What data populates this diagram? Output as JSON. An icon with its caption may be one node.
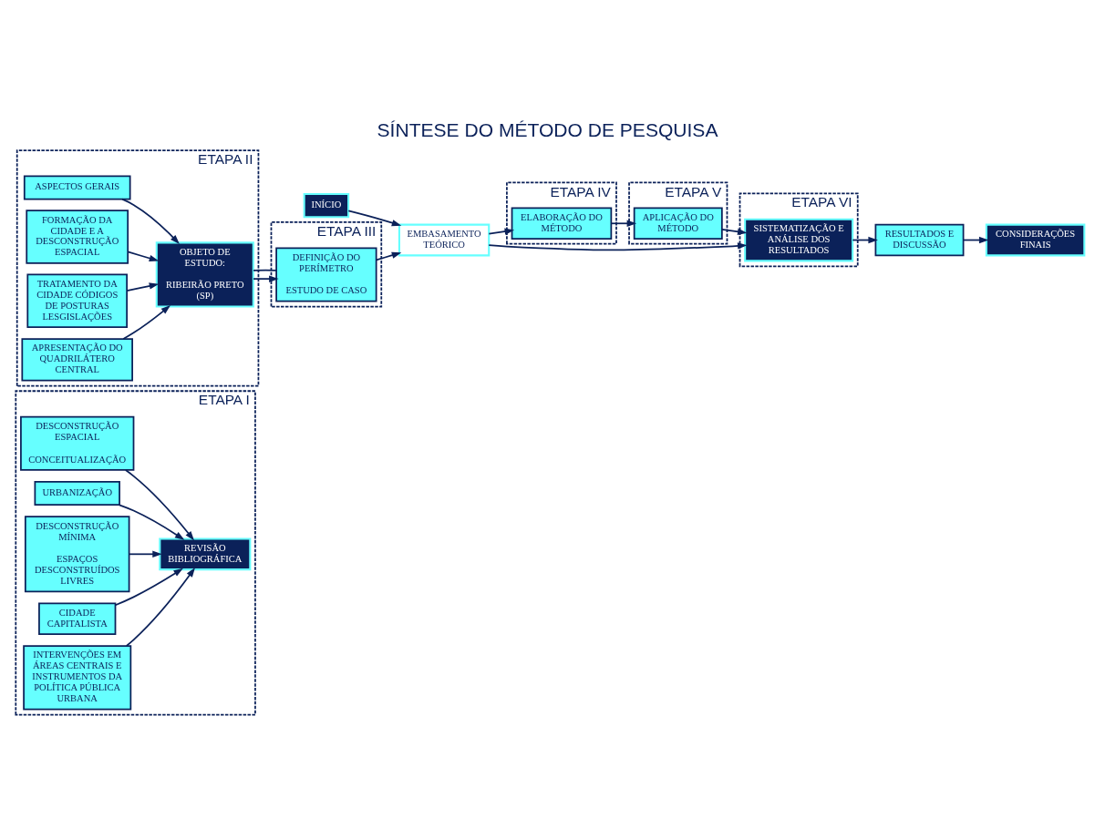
{
  "diagram": {
    "title": "SÍNTESE DO MÉTODO DE PESQUISA",
    "nodes": [
      {
        "text": [
          "ETAPA I"
        ]
      },
      {
        "text": [
          "DESCONSTRUÇÃO ESPACIAL",
          "CONCEITUALIZAÇÃO"
        ],
        "in": 0
      },
      {
        "text": [
          "URBANIZAÇÃO"
        ],
        "in": 0
      },
      {
        "text": [
          "DESCONSTRUÇÃO MÍNIMA",
          "ESPAÇOS DESCONSTRUÍDOS LIVRES"
        ],
        "in": 0
      },
      {
        "text": [
          "CIDADE CAPITALISTA"
        ],
        "in": 0
      },
      {
        "text": [
          "INTERVENÇÕES EM ÁREAS CENTRAIS E INSTRUMENTOS DA POLÍTICA PÚBLICA URBANA"
        ],
        "in": 0
      },
      {
        "text": [
          "REVISÃO BIBLIOGRÁFICA"
        ],
        "in": 0
      },
      {
        "text": [
          "INÍCIO"
        ]
      },
      {
        "text": [
          "ETAPA III"
        ]
      },
      {
        "text": [
          "DEFINIÇÃO DO PERÍMETRO",
          "ESTUDO DE CASO"
        ],
        "in": 8
      },
      {
        "text": [
          "ETAPA II"
        ]
      },
      {
        "text": [
          "OBJETO DE ESTUDO:",
          "RIBEIRÃO PRETO (SP)"
        ],
        "in": 10
      },
      {
        "text": [
          "ASPECTOS GERAIS"
        ],
        "in": 10
      },
      {
        "text": [
          "FORMAÇÃO DA CIDADE E A DESCONSTRUÇÃO ESPACIAL"
        ],
        "in": 10
      },
      {
        "text": [
          "TRATAMENTO DA CIDADE CÓDIGOS DE POSTURAS LESGISLAÇÕES"
        ],
        "in": 10
      },
      {
        "text": [
          "APRESENTAÇÃO DO QUADRILÁTERO CENTRAL"
        ],
        "in": 10
      },
      {
        "text": [
          "EMBASAMENTO TEÓRICO"
        ]
      },
      {
        "text": [
          "ETAPA IV"
        ]
      },
      {
        "text": [
          "ELABORAÇÃO DO MÉTODO"
        ],
        "in": 17
      },
      {
        "text": [
          "ETAPA VI"
        ]
      },
      {
        "text": [
          "SISTEMATIZAÇÃO E ANÁLISE DOS RESULTADOS"
        ],
        "in": 19
      },
      {
        "text": [
          "ETAPA V"
        ]
      },
      {
        "text": [
          "APLICAÇÃO DO MÉTODO"
        ],
        "in": 21
      },
      {
        "text": [
          "RESULTADOS E DISCUSSÃO"
        ]
      },
      {
        "text": [
          "CONSIDERAÇÕES FINAIS"
        ]
      }
    ],
    "edges": [
      {
        "from": 1,
        "to": 6,
        "arrow": "to"
      },
      {
        "from": 2,
        "to": 6,
        "arrow": "to"
      },
      {
        "from": 3,
        "to": 6,
        "arrow": "to"
      },
      {
        "from": 4,
        "to": 6,
        "arrow": "to"
      },
      {
        "from": 5,
        "to": 6,
        "arrow": "to"
      },
      {
        "from": 7,
        "to": 16,
        "arrow": "to"
      },
      {
        "from": 9,
        "to": 16,
        "arrow": "to"
      },
      {
        "from": 11,
        "to": 9,
        "arrow": "to"
      },
      {
        "from": 9,
        "to": 11,
        "arrow": "none"
      },
      {
        "from": 12,
        "to": 11,
        "arrow": "to"
      },
      {
        "from": 13,
        "to": 11,
        "arrow": "to"
      },
      {
        "from": 14,
        "to": 11,
        "arrow": "to"
      },
      {
        "from": 15,
        "to": 11,
        "arrow": "to"
      },
      {
        "from": 16,
        "to": 18,
        "arrow": "to"
      },
      {
        "from": 16,
        "to": 20,
        "arrow": "to"
      },
      {
        "from": 18,
        "to": 22,
        "arrow": "to"
      },
      {
        "from": 22,
        "to": 20,
        "arrow": "to"
      },
      {
        "from": 20,
        "to": 23,
        "arrow": "to"
      },
      {
        "from": 23,
        "to": 24,
        "arrow": "to"
      }
    ]
  }
}
